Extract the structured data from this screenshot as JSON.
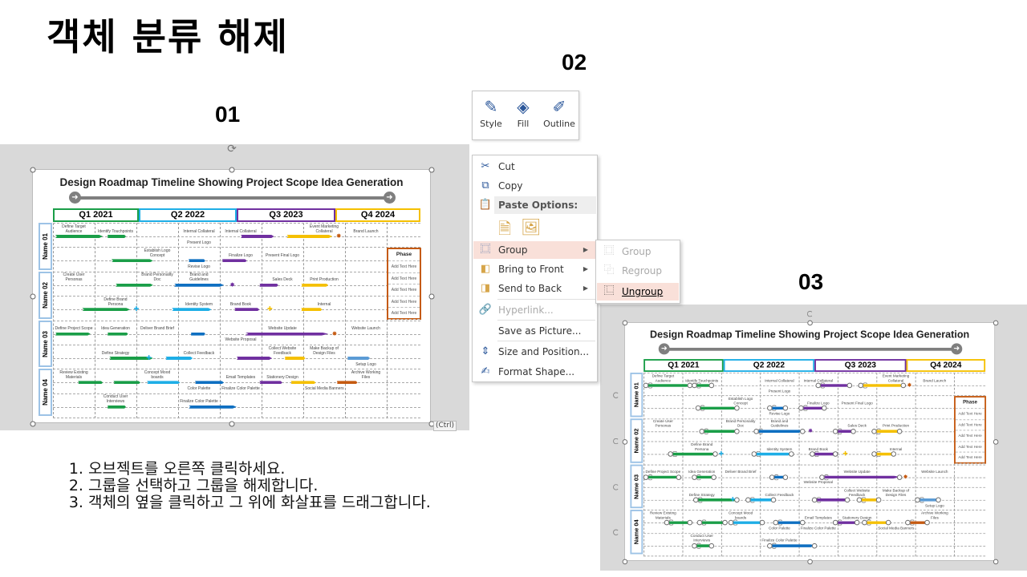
{
  "page_title": "객체 분류 해제",
  "steps": {
    "s1": "01",
    "s2": "02",
    "s3": "03"
  },
  "instructions": [
    "오브젝트를 오른쪽 클릭하세요.",
    "그룹을 선택하고 그룹을 해제합니다.",
    "객체의 옆을 클릭하고 그 위에 화살표를 드래그합니다."
  ],
  "paste_ctrl": "(Ctrl)",
  "colors": {
    "green": "#1a9e48",
    "blue": "#0e6fc1",
    "lightblue": "#1eaee6",
    "purple": "#7030a0",
    "yellow": "#f5c000",
    "orange": "#c55a11",
    "steel": "#5b9bd5"
  },
  "roadmap": {
    "title": "Design Roadmap Timeline Showing Project Scope Idea Generation",
    "quarters": [
      {
        "label": "Q1 2021",
        "color": "#1a9e48"
      },
      {
        "label": "Q2 2022",
        "color": "#1eaee6"
      },
      {
        "label": "Q3 2023",
        "color": "#7030a0"
      },
      {
        "label": "Q4 2024",
        "color": "#f5c000"
      }
    ],
    "names": [
      "Name 01",
      "Name 02",
      "Name 03",
      "Name 04"
    ],
    "phase": {
      "title": "Phase",
      "items": [
        "Add Text Here",
        "Add Text Here",
        "Add Text Here",
        "Add Text Here",
        "Add Text Here"
      ]
    },
    "tasks": [
      {
        "label": "Define Target Audience",
        "row": 0,
        "lc": 0.5,
        "bar": [
          0.05,
          1.2
        ],
        "color": "green"
      },
      {
        "label": "Identify Touchpoints",
        "row": 0,
        "lc": 1.5,
        "bar": [
          1.3,
          1.75
        ],
        "color": "green"
      },
      {
        "label": "Internal Collateral",
        "row": 0,
        "lc": 3.5
      },
      {
        "label": "Present Logo",
        "row": 0,
        "lc": 3.5,
        "below": true
      },
      {
        "label": "Internal Collateral",
        "row": 0,
        "lc": 4.5,
        "bar": [
          4.5,
          5.3
        ],
        "color": "purple"
      },
      {
        "label": "Event Marketing Collateral",
        "row": 0,
        "lc": 6.5,
        "bar": [
          5.6,
          6.7
        ],
        "color": "yellow",
        "marker": {
          "at": 6.85,
          "glyph": "✸",
          "color": "orange"
        }
      },
      {
        "label": "Brand Launch",
        "row": 0,
        "lc": 7.5
      },
      {
        "label": "Establish Logo Concept",
        "row": 1,
        "lc": 2.5,
        "bar": [
          1.4,
          2.4
        ],
        "color": "green"
      },
      {
        "label": "Revise Logo",
        "row": 1,
        "lc": 3.5,
        "below": true,
        "bar": [
          3.25,
          3.65
        ],
        "color": "blue"
      },
      {
        "label": "Finalize Logo",
        "row": 1,
        "lc": 4.5,
        "bar": [
          4.05,
          4.65
        ],
        "color": "purple"
      },
      {
        "label": "Present Final Logo",
        "row": 1,
        "lc": 5.5
      },
      {
        "label": "Create User Personas",
        "row": 2,
        "lc": 0.5
      },
      {
        "label": "Brand Personality Doc",
        "row": 2,
        "lc": 2.5,
        "bar": [
          1.5,
          2.4
        ],
        "color": "green"
      },
      {
        "label": "Brand and Guidelines",
        "row": 2,
        "lc": 3.5,
        "bar": [
          2.9,
          4.1
        ],
        "color": "blue",
        "marker": {
          "at": 4.3,
          "glyph": "✸",
          "color": "purple"
        }
      },
      {
        "label": "Sales Deck",
        "row": 2,
        "lc": 5.5,
        "bar": [
          4.95,
          5.4
        ],
        "color": "purple"
      },
      {
        "label": "Print Production",
        "row": 2,
        "lc": 6.5,
        "bar": [
          5.95,
          6.6
        ],
        "color": "yellow"
      },
      {
        "label": "Define Brand Persona",
        "row": 3,
        "lc": 1.5,
        "bar": [
          0.7,
          1.85
        ],
        "color": "green",
        "marker": {
          "at": 2.0,
          "glyph": "✚",
          "color": "lightblue"
        }
      },
      {
        "label": "Identity System",
        "row": 3,
        "lc": 3.5,
        "bar": [
          2.85,
          3.8
        ],
        "color": "lightblue"
      },
      {
        "label": "Brand Book",
        "row": 3,
        "lc": 4.5,
        "bar": [
          4.35,
          4.95
        ],
        "color": "purple",
        "marker": {
          "at": 5.2,
          "glyph": "✚",
          "color": "yellow"
        }
      },
      {
        "label": "Internal",
        "row": 3,
        "lc": 6.5,
        "bar": [
          5.95,
          6.45
        ],
        "color": "yellow"
      },
      {
        "label": "Define Project Scope",
        "row": 4,
        "lc": 0.5,
        "bar": [
          0.05,
          0.9
        ],
        "color": "green"
      },
      {
        "label": "Idea Generation",
        "row": 4,
        "lc": 1.5,
        "bar": [
          1.3,
          1.8
        ],
        "color": "green"
      },
      {
        "label": "Deliver Brand Brief",
        "row": 4,
        "lc": 2.5,
        "bar": [
          3.3,
          3.65
        ],
        "color": "blue"
      },
      {
        "label": "Website Proposal",
        "row": 4,
        "lc": 4.5,
        "below": true
      },
      {
        "label": "Website Update",
        "row": 4,
        "lc": 5.5,
        "bar": [
          4.6,
          6.6
        ],
        "color": "purple",
        "marker": {
          "at": 6.75,
          "glyph": "✸",
          "color": "orange"
        }
      },
      {
        "label": "Website Launch",
        "row": 4,
        "lc": 7.5
      },
      {
        "label": "Define Strategy",
        "row": 5,
        "lc": 1.5,
        "bar": [
          1.35,
          2.4
        ],
        "color": "green",
        "marker": {
          "at": 2.3,
          "glyph": "✚",
          "color": "lightblue"
        }
      },
      {
        "label": "Collect Feedback",
        "row": 5,
        "lc": 3.5,
        "bar": [
          2.7,
          3.35
        ],
        "color": "lightblue"
      },
      {
        "label": "Collect Website Feedback",
        "row": 5,
        "lc": 5.5,
        "bar": [
          4.4,
          5.25
        ],
        "color": "purple"
      },
      {
        "label": "Make Backup of Design Files",
        "row": 5,
        "lc": 6.5,
        "bar": [
          5.55,
          6.05
        ],
        "color": "yellow"
      },
      {
        "label": "Setup Logo",
        "row": 5,
        "lc": 7.5,
        "below": true,
        "bar": [
          7.05,
          7.6
        ],
        "color": "steel"
      },
      {
        "label": "Review Existing Materials",
        "row": 6,
        "lc": 0.5,
        "bar": [
          0.6,
          1.2
        ],
        "color": "green"
      },
      {
        "label": "Concept Mood boards",
        "row": 6,
        "lc": 2.5,
        "bar": [
          1.45,
          2.1
        ],
        "color": "green"
      },
      {
        "label": "Color Palette",
        "row": 6,
        "lc": 3.5,
        "below": true,
        "bar": [
          2.25,
          3.05
        ],
        "color": "lightblue"
      },
      {
        "label": "Email Templates",
        "row": 6,
        "lc": 4.5,
        "bar": [
          3.4,
          4.1
        ],
        "color": "blue"
      },
      {
        "label": "Finalize Color Palette",
        "row": 6,
        "lc": 4.5,
        "below": true
      },
      {
        "label": "Stationery Design",
        "row": 6,
        "lc": 5.5,
        "bar": [
          4.95,
          5.5
        ],
        "color": "purple"
      },
      {
        "label": "Social Media Banners",
        "row": 6,
        "lc": 6.5,
        "below": true,
        "bar": [
          5.7,
          6.3
        ],
        "color": "yellow"
      },
      {
        "label": "Archive Working Files",
        "row": 6,
        "lc": 7.5,
        "bar": [
          6.8,
          7.3
        ],
        "color": "orange"
      },
      {
        "label": "Conduct User Interviews",
        "row": 7,
        "lc": 1.5,
        "bar": [
          1.3,
          1.75
        ],
        "color": "green"
      },
      {
        "label": "Finalize Color Palette",
        "row": 7,
        "lc": 3.5,
        "bar": [
          3.25,
          4.4
        ],
        "color": "blue"
      }
    ]
  },
  "toolbar": {
    "style": "Style",
    "fill": "Fill",
    "outline": "Outline"
  },
  "menu": {
    "cut": "Cut",
    "copy": "Copy",
    "paste_options": "Paste Options:",
    "group": "Group",
    "bring_front": "Bring to Front",
    "send_back": "Send to Back",
    "hyperlink": "Hyperlink...",
    "save_picture": "Save as Picture...",
    "size_position": "Size and Position...",
    "format_shape": "Format Shape..."
  },
  "submenu": {
    "group": "Group",
    "regroup": "Regroup",
    "ungroup": "Ungroup"
  }
}
